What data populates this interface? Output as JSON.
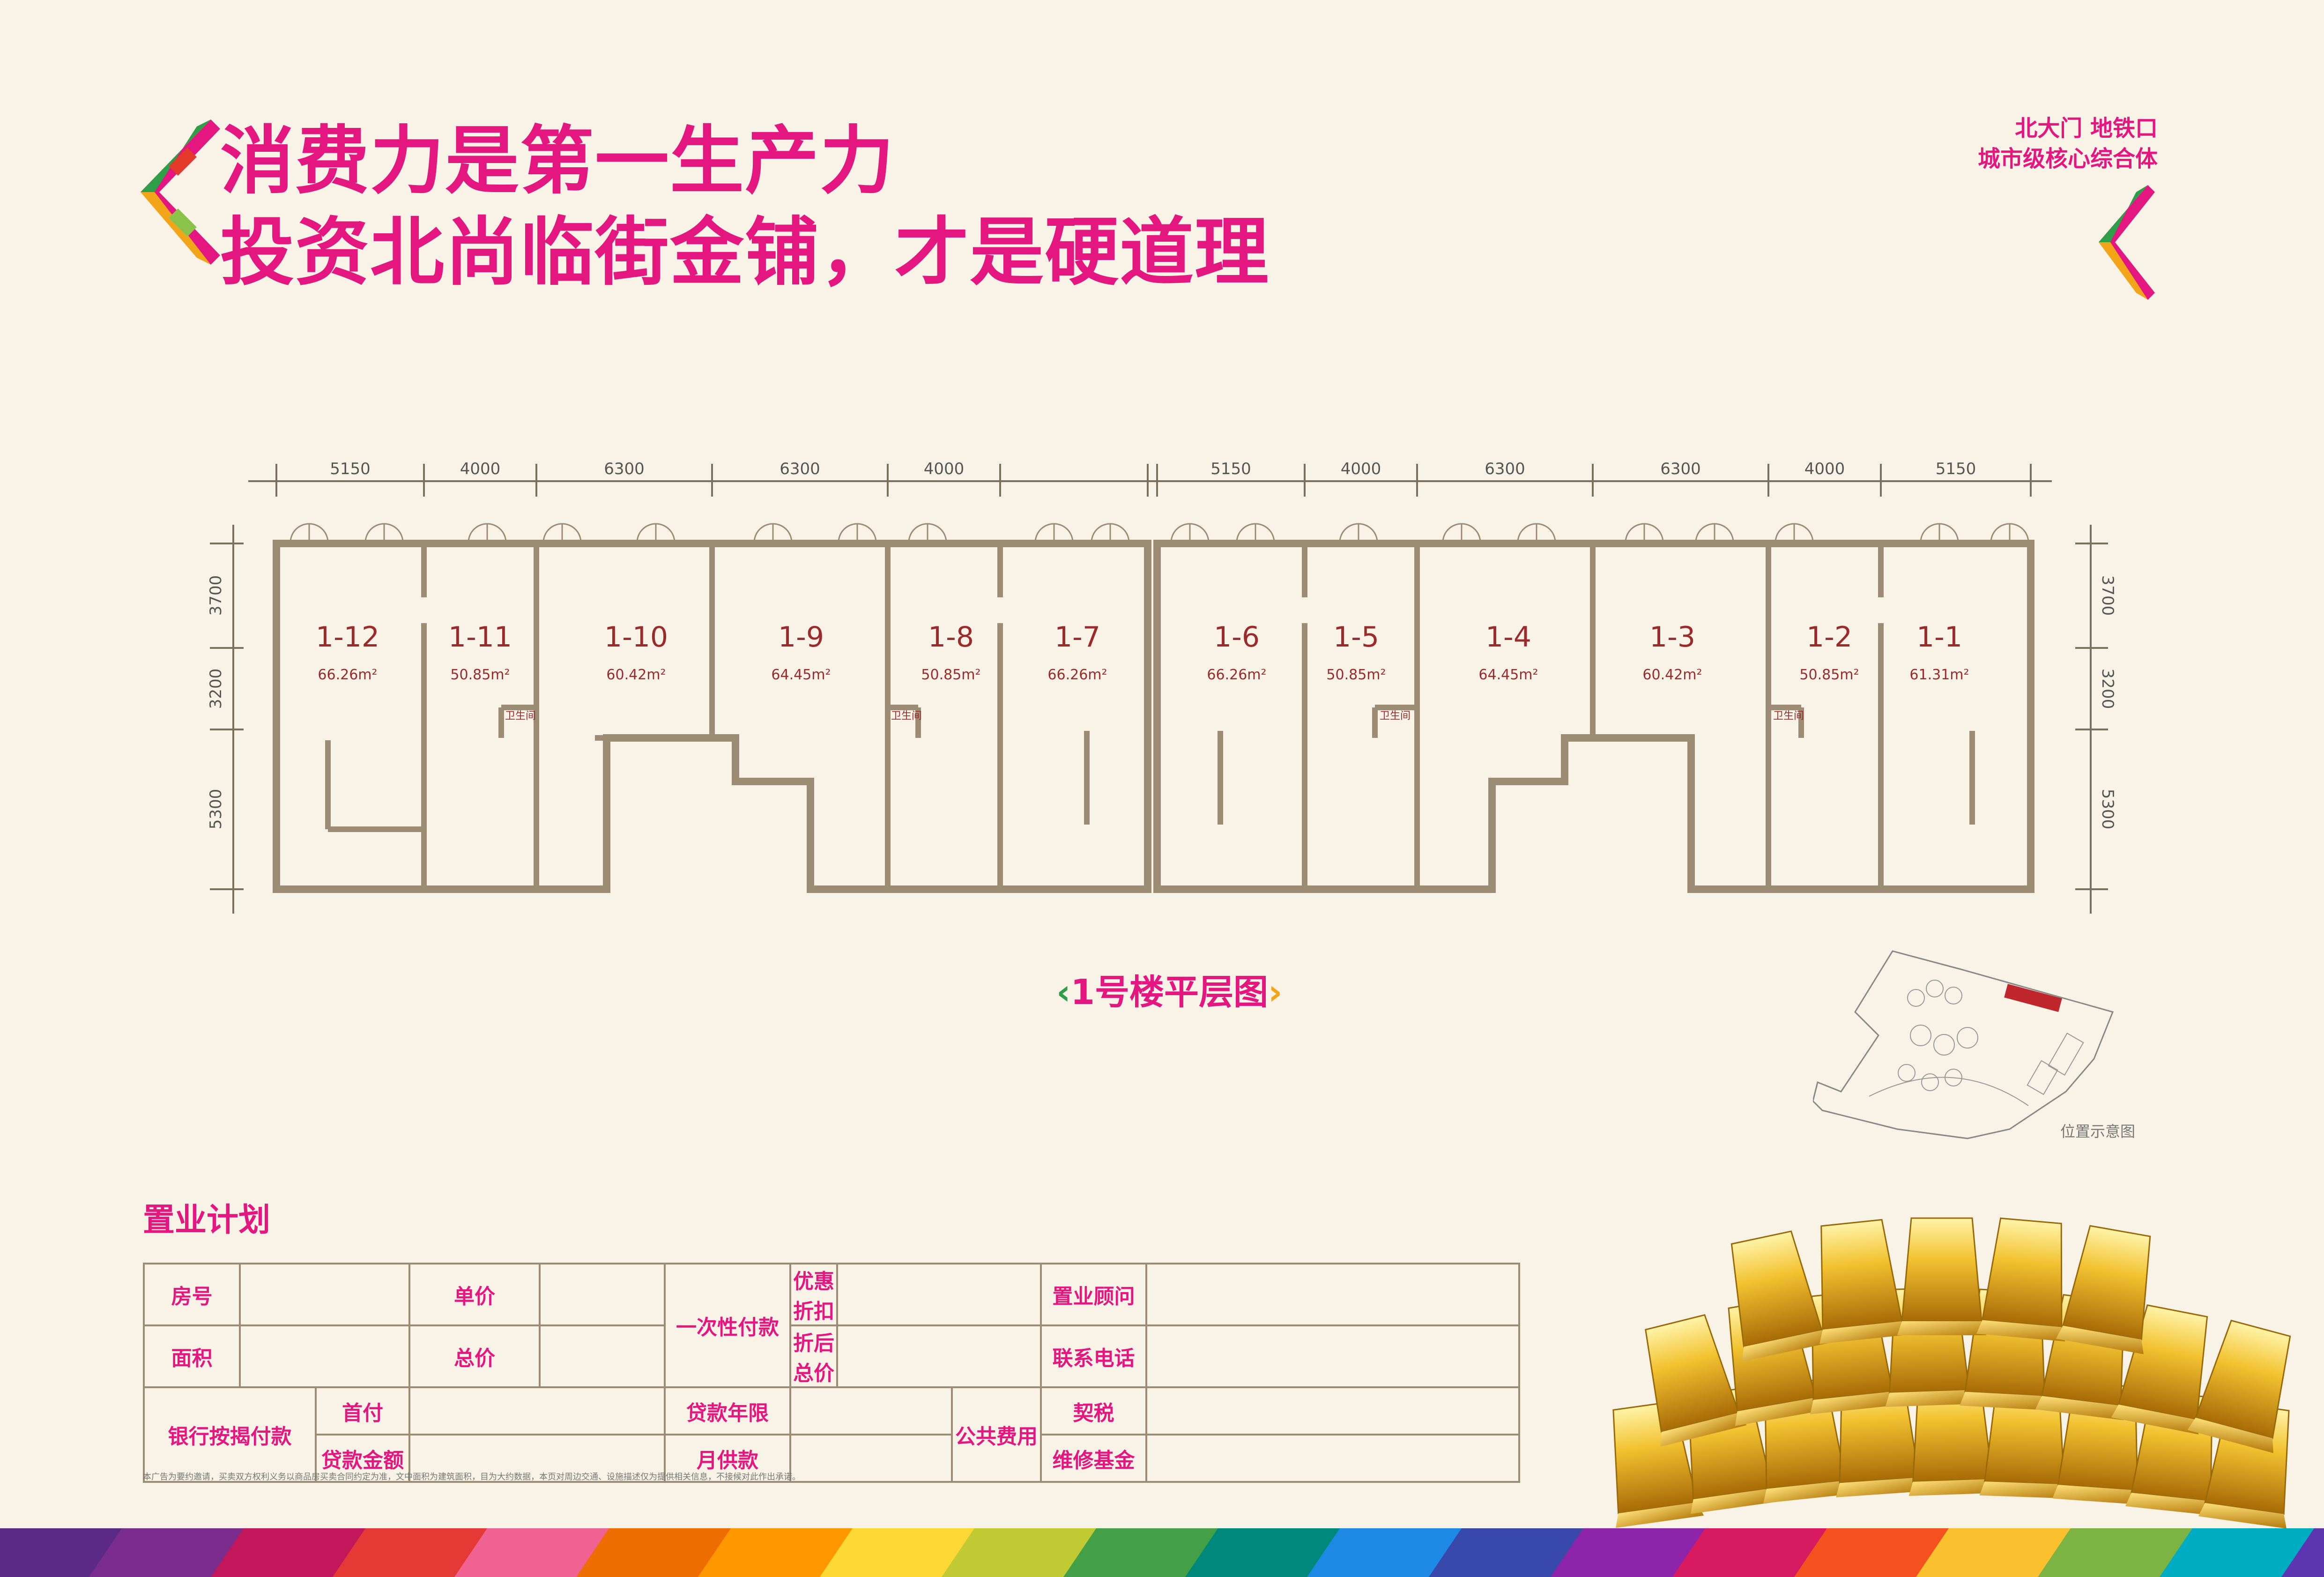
{
  "headline": {
    "line1": "消费力是第一生产力",
    "line2": "投资北尚临街金铺，才是硬道理"
  },
  "tagline": {
    "line1": "北大门 地铁口",
    "line2": "城市级核心综合体"
  },
  "plan": {
    "top_dims": [
      "5150",
      "4000",
      "6300",
      "6300",
      "4000",
      "5150",
      "4000",
      "6300",
      "6300",
      "4000",
      "5150"
    ],
    "left_dims": [
      "3700",
      "3200",
      "5300"
    ],
    "right_dims": [
      "3700",
      "3200",
      "5300"
    ],
    "units": [
      {
        "label": "1-12",
        "area": "66.26m²"
      },
      {
        "label": "1-11",
        "area": "50.85m²"
      },
      {
        "label": "1-10",
        "area": "60.42m²"
      },
      {
        "label": "1-9",
        "area": "64.45m²"
      },
      {
        "label": "1-8",
        "area": "50.85m²"
      },
      {
        "label": "1-7",
        "area": "66.26m²"
      },
      {
        "label": "1-6",
        "area": "66.26m²"
      },
      {
        "label": "1-5",
        "area": "50.85m²"
      },
      {
        "label": "1-4",
        "area": "64.45m²"
      },
      {
        "label": "1-3",
        "area": "60.42m²"
      },
      {
        "label": "1-2",
        "area": "50.85m²"
      },
      {
        "label": "1-1",
        "area": "61.31m²"
      }
    ],
    "wc_label": "卫生间",
    "caption": "1号楼平层图"
  },
  "location": {
    "label": "位置示意图"
  },
  "purchase": {
    "title": "置业计划",
    "room_no": "房号",
    "unit_price": "单价",
    "area": "面积",
    "total_price": "总价",
    "lump_sum": "一次性付款",
    "discount": "优惠折扣",
    "discounted_total": "折后总价",
    "consultant": "置业顾问",
    "phone": "联系电话",
    "mortgage": "银行按揭付款",
    "down_payment": "首付",
    "loan_amount": "贷款金额",
    "loan_term": "贷款年限",
    "monthly_payment": "月供款",
    "public_fees": "公共费用",
    "deed_tax": "契税",
    "maintenance_fund": "维修基金"
  },
  "disclaimer": "本广告为要约邀请，买卖双方权利义务以商品房买卖合同约定为准，文中面积为建筑面积，目为大约数据，本页对周边交通、设施描述仅为提供相关信息，不接候对此作出承诺。",
  "colors": {
    "accent": "#e3177f",
    "wall": "#9d8c74",
    "background": "#f9f2e6",
    "room_text": "#9b2a2a"
  }
}
